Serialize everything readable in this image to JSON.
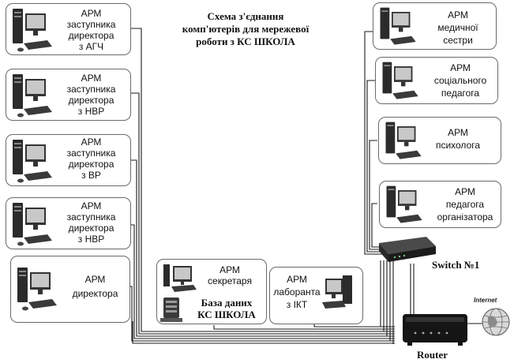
{
  "title_lines": [
    "Схема з'єднання",
    "комп'ютерів для  мережевої",
    "роботи з КС ШКОЛА"
  ],
  "left_workstations": [
    {
      "lines": [
        "АРМ",
        "заступника",
        "директора",
        "з АГЧ"
      ]
    },
    {
      "lines": [
        "АРМ",
        "заступника",
        "директора",
        "з НВР"
      ]
    },
    {
      "lines": [
        "АРМ",
        "заступника",
        "директора",
        "з ВР"
      ]
    },
    {
      "lines": [
        "АРМ",
        "заступника",
        "директора",
        "з НВР"
      ]
    },
    {
      "lines": [
        "АРМ",
        "директора"
      ]
    }
  ],
  "right_workstations": [
    {
      "lines": [
        "АРМ",
        "медичної",
        "сестри"
      ]
    },
    {
      "lines": [
        "АРМ",
        "соціального",
        "педагога"
      ]
    },
    {
      "lines": [
        "АРМ",
        "психолога"
      ]
    },
    {
      "lines": [
        "АРМ",
        "педагога",
        "організатора"
      ]
    }
  ],
  "secretary": {
    "lines": [
      "АРМ",
      "секретаря"
    ],
    "db_lines": [
      "База даних",
      "КС ШКОЛА"
    ]
  },
  "lab": {
    "lines": [
      "АРМ",
      "лаборанта",
      "з ІКТ"
    ]
  },
  "switch_label": "Switch №1",
  "router_label": "Router",
  "internet_label": "Internet",
  "colors": {
    "line": "#1a1a1a",
    "box_border": "#6a6a6a",
    "device": "#2b2b2b"
  },
  "icons": [
    "desktop-computer-icon",
    "switch-icon",
    "router-icon",
    "globe-icon",
    "server-icon"
  ]
}
